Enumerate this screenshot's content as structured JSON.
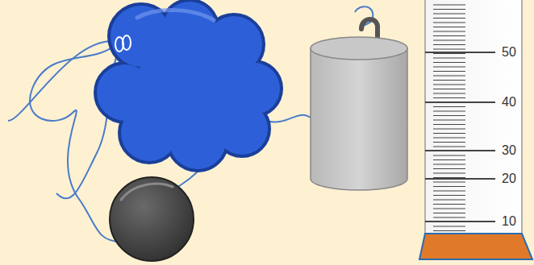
{
  "diagram": {
    "labels": [
      "50",
      "40",
      "30",
      "20",
      "10"
    ]
  }
}
